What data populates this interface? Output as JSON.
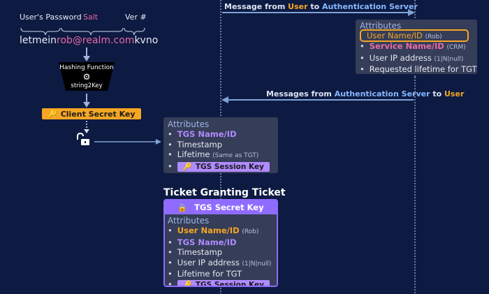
{
  "derivation": {
    "password_label": "User's Password",
    "salt_label": "Salt",
    "ver_label": "Ver #",
    "password": "letmein",
    "salt": "rob@realm.com",
    "kvno": "kvno"
  },
  "hashing": {
    "title": "Hashing Function",
    "algo": "string2Key"
  },
  "client_key": {
    "label": "Client Secret Key"
  },
  "arrows": {
    "msg1": {
      "prefix": "Message from ",
      "from": "User",
      "mid": " to ",
      "to": "Authentication Server"
    },
    "msg2": {
      "prefix": "Messages from ",
      "from": "Authentication Server",
      "mid": " to ",
      "to": "User"
    }
  },
  "as_request": {
    "heading": "Attributes",
    "items": [
      {
        "label": "User Name/ID",
        "note": "(Rob)"
      },
      {
        "label": "Service Name/ID",
        "note": "(CRM)"
      },
      {
        "label": "User IP address",
        "note": "(1|N|null)"
      },
      {
        "label": "Requested lifetime for TGT",
        "note": ""
      }
    ]
  },
  "session_box": {
    "heading": "Attributes",
    "items": [
      {
        "label": "TGS Name/ID",
        "note": ""
      },
      {
        "label": "Timestamp",
        "note": ""
      },
      {
        "label": "Lifetime",
        "note": "(Same as TGT)"
      }
    ],
    "key_label": "TGS Session Key"
  },
  "tgt": {
    "title": "Ticket Granting Ticket",
    "header": "TGS Secret Key",
    "heading": "Attributes",
    "items": [
      {
        "label": "User Name/ID",
        "note": "(Rob)"
      },
      {
        "label": "TGS Name/ID",
        "note": ""
      },
      {
        "label": "Timestamp",
        "note": ""
      },
      {
        "label": "User IP address",
        "note": "(1|N|null)"
      },
      {
        "label": "Lifetime for TGT",
        "note": ""
      }
    ],
    "key_label": "TGS Session Key"
  },
  "colors": {
    "background": "#0d1a42",
    "orange": "#f6a623",
    "purple": "#b08bff",
    "pink": "#e86aa4",
    "box": "#353d58"
  }
}
